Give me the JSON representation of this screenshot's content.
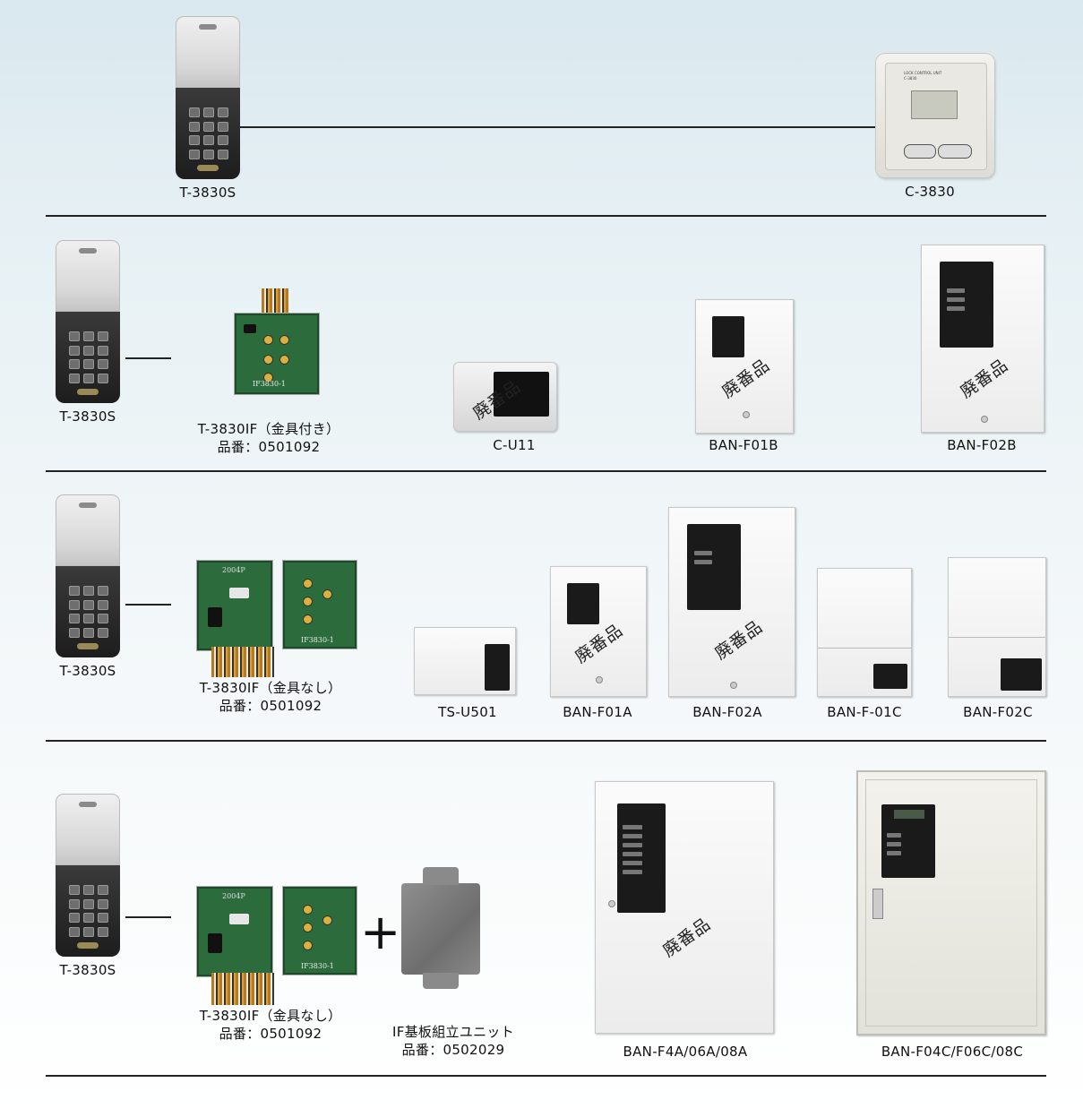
{
  "rows": [
    {
      "captions": {
        "keypad": "T-3830S",
        "controller": "C-3830"
      }
    },
    {
      "captions": {
        "keypad": "T-3830S",
        "interface": "T-3830IF（金具付き）",
        "interface_part": "品番：0501092",
        "u11": "C-U11",
        "f01b": "BAN-F01B",
        "f02b": "BAN-F02B"
      }
    },
    {
      "captions": {
        "keypad": "T-3830S",
        "interface": "T-3830IF（金具なし）",
        "interface_part": "品番：0501092",
        "tsu501": "TS-U501",
        "f01a": "BAN-F01A",
        "f02a": "BAN-F02A",
        "f01c": "BAN-F-01C",
        "f02c": "BAN-F02C"
      }
    },
    {
      "captions": {
        "keypad": "T-3830S",
        "interface": "T-3830IF（金具なし）",
        "interface_part": "品番：0501092",
        "plus": "+",
        "unit": "IF基板組立ユニット",
        "unit_part": "品番：0502029",
        "f4a": "BAN-F4A/06A/08A",
        "f04c": "BAN-F04C/F06C/08C"
      }
    }
  ],
  "stamps": {
    "discontinued": "廃番品"
  },
  "board_labels": {
    "board_a": "2004P",
    "board_b": "IF3830-1"
  },
  "controller_screen": {
    "title": "LOCK CONTROL UNIT",
    "model": "C-3830"
  },
  "colors": {
    "separator": "#222222",
    "pcb_green": "#2c6b3c",
    "panel_black": "#1a1a1a"
  }
}
